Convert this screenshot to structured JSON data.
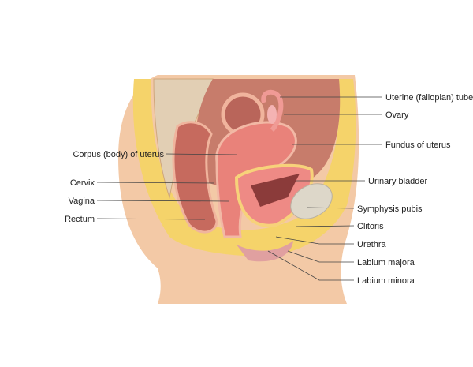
{
  "diagram": {
    "labels_left": [
      {
        "id": "corpus",
        "text": "Corpus (body) of uterus"
      },
      {
        "id": "cervix",
        "text": "Cervix"
      },
      {
        "id": "vagina",
        "text": "Vagina"
      },
      {
        "id": "rectum",
        "text": "Rectum"
      }
    ],
    "labels_right": [
      {
        "id": "tube",
        "text": "Uterine (fallopian) tube"
      },
      {
        "id": "ovary",
        "text": "Ovary"
      },
      {
        "id": "fundus",
        "text": "Fundus of uterus"
      },
      {
        "id": "bladder",
        "text": "Urinary bladder"
      },
      {
        "id": "symphysis",
        "text": "Symphysis pubis"
      },
      {
        "id": "clitoris",
        "text": "Clitoris"
      },
      {
        "id": "urethra",
        "text": "Urethra"
      },
      {
        "id": "labium-majora",
        "text": "Labium majora"
      },
      {
        "id": "labium-minora",
        "text": "Labium minora"
      }
    ]
  }
}
